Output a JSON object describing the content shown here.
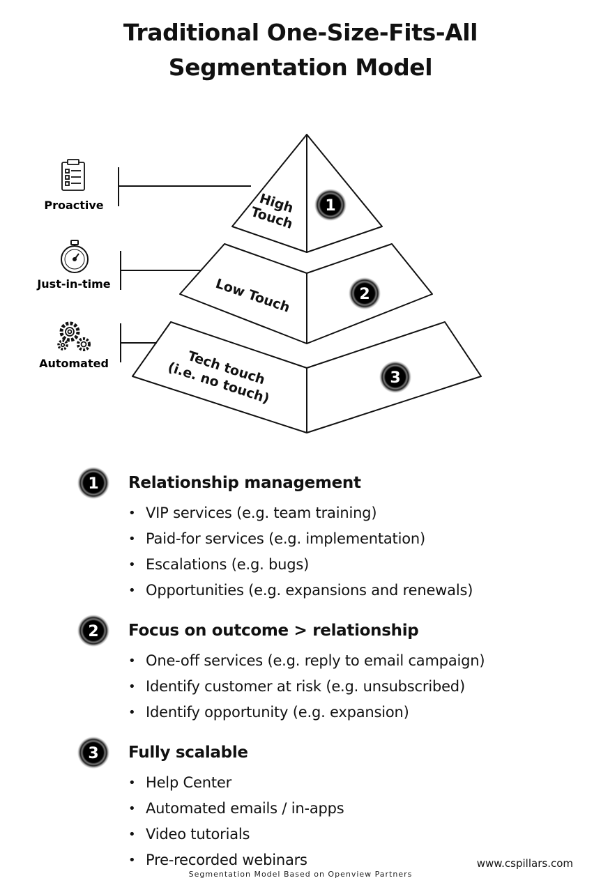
{
  "title": {
    "line1": "Traditional One-Size-Fits-All",
    "line2": "Segmentation Model"
  },
  "side_labels": [
    {
      "label": "Proactive",
      "icon": "clipboard-checklist-icon"
    },
    {
      "label": "Just-in-time",
      "icon": "stopwatch-icon"
    },
    {
      "label": "Automated",
      "icon": "gears-icon"
    }
  ],
  "tiers": [
    {
      "number": "1",
      "lines": [
        "High",
        "Touch"
      ]
    },
    {
      "number": "2",
      "lines": [
        "Low Touch"
      ]
    },
    {
      "number": "3",
      "lines": [
        "Tech touch",
        "(i.e. no touch)"
      ]
    }
  ],
  "sections": [
    {
      "number": "1",
      "title": "Relationship management",
      "items": [
        "VIP services (e.g. team training)",
        "Paid-for services (e.g. implementation)",
        "Escalations (e.g. bugs)",
        "Opportunities (e.g. expansions and renewals)"
      ]
    },
    {
      "number": "2",
      "title": "Focus on outcome > relationship",
      "items": [
        "One-off services (e.g. reply to email campaign)",
        "Identify customer at risk (e.g. unsubscribed)",
        "Identify opportunity (e.g. expansion)"
      ]
    },
    {
      "number": "3",
      "title": "Fully scalable",
      "items": [
        "Help Center",
        "Automated emails / in-apps",
        "Video tutorials",
        "Pre-recorded webinars"
      ]
    }
  ],
  "footer": {
    "website": "www.cspillars.com",
    "source": "Segmentation Model Based on Openview Partners"
  },
  "colors": {
    "ink": "#111111",
    "background": "#ffffff"
  }
}
